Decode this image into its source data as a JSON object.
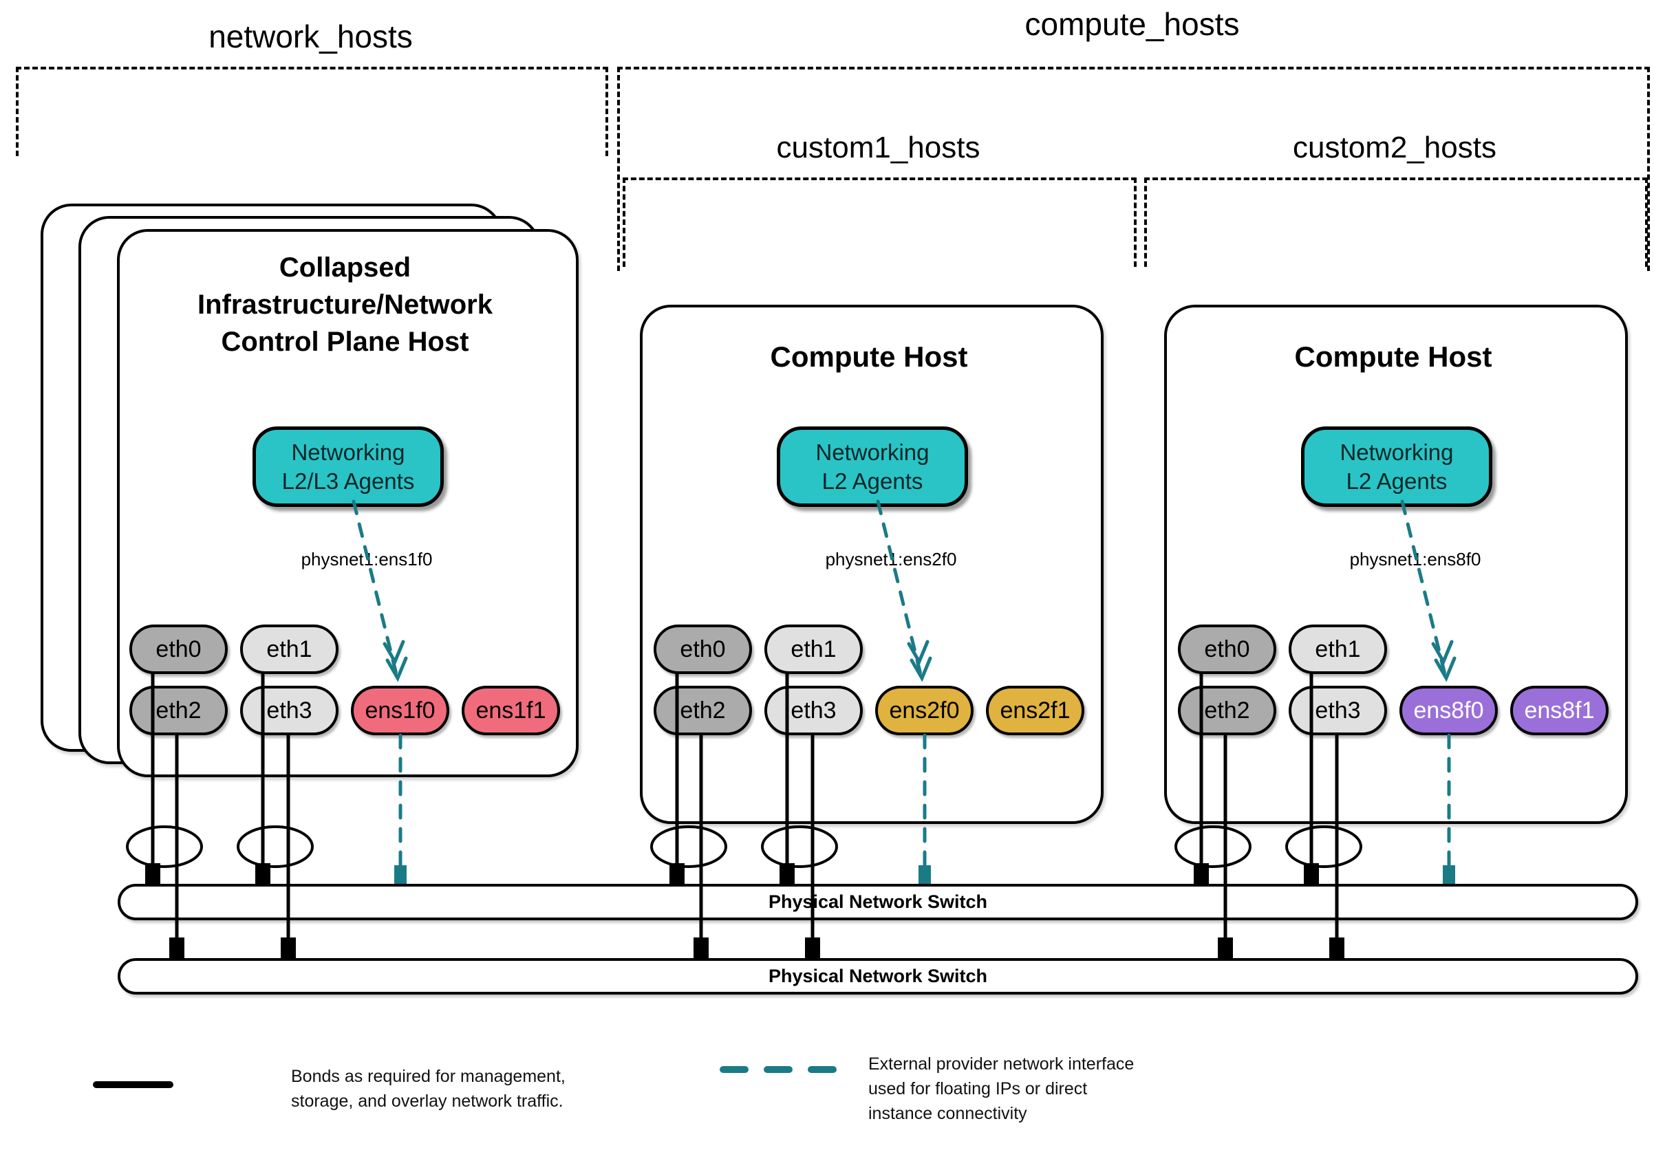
{
  "colors": {
    "agent_teal": "#2BC4C6",
    "external_line_teal": "#1A7B87",
    "nic_pink": "#F06C7D",
    "nic_gold": "#E0B23F",
    "nic_purple": "#9B6FD9",
    "nic_gray_dark": "#ABABAB",
    "nic_gray_light": "#E0E0E0",
    "outline_black": "#000000"
  },
  "groups": {
    "network_hosts": {
      "label": "network_hosts"
    },
    "compute_hosts": {
      "label": "compute_hosts"
    },
    "custom1_hosts": {
      "label": "custom1_hosts"
    },
    "custom2_hosts": {
      "label": "custom2_hosts"
    }
  },
  "hosts": [
    {
      "title_lines": [
        "Collapsed",
        "Infrastructure/Network",
        "Control Plane Host"
      ],
      "agent": {
        "lines": [
          "Networking",
          "L2/L3 Agents"
        ]
      },
      "physnet_label": "physnet1:ens1f0",
      "nics": [
        {
          "label": "eth0",
          "color": "#ABABAB"
        },
        {
          "label": "eth1",
          "color": "#E0E0E0"
        },
        {
          "label": "eth2",
          "color": "#ABABAB"
        },
        {
          "label": "eth3",
          "color": "#E0E0E0"
        },
        {
          "label": "ens1f0",
          "color": "#F06C7D"
        },
        {
          "label": "ens1f1",
          "color": "#F06C7D"
        }
      ]
    },
    {
      "title_lines": [
        "Compute Host"
      ],
      "agent": {
        "lines": [
          "Networking",
          "L2 Agents"
        ]
      },
      "physnet_label": "physnet1:ens2f0",
      "nics": [
        {
          "label": "eth0",
          "color": "#ABABAB"
        },
        {
          "label": "eth1",
          "color": "#E0E0E0"
        },
        {
          "label": "eth2",
          "color": "#ABABAB"
        },
        {
          "label": "eth3",
          "color": "#E0E0E0"
        },
        {
          "label": "ens2f0",
          "color": "#E0B23F"
        },
        {
          "label": "ens2f1",
          "color": "#E0B23F"
        }
      ]
    },
    {
      "title_lines": [
        "Compute Host"
      ],
      "agent": {
        "lines": [
          "Networking",
          "L2 Agents"
        ]
      },
      "physnet_label": "physnet1:ens8f0",
      "nics": [
        {
          "label": "eth0",
          "color": "#ABABAB"
        },
        {
          "label": "eth1",
          "color": "#E0E0E0"
        },
        {
          "label": "eth2",
          "color": "#ABABAB"
        },
        {
          "label": "eth3",
          "color": "#E0E0E0"
        },
        {
          "label": "ens8f0",
          "color": "#9B6FD9"
        },
        {
          "label": "ens8f1",
          "color": "#9B6FD9"
        }
      ]
    }
  ],
  "switches": [
    {
      "label": "Physical Network Switch"
    },
    {
      "label": "Physical Network Switch"
    }
  ],
  "legend": {
    "bond": {
      "lines": [
        "Bonds as required for management,",
        "storage, and overlay network traffic."
      ]
    },
    "external": {
      "lines": [
        "External provider network interface",
        "used for floating IPs or direct",
        "instance connectivity"
      ]
    }
  }
}
